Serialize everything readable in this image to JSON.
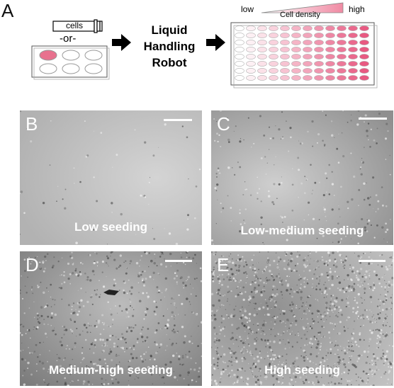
{
  "panel_a": {
    "letter": "A",
    "tube_label": "cells",
    "or_label": "-or-",
    "robot_lines": [
      "Liquid",
      "Handling",
      "Robot"
    ],
    "density_low": "low",
    "density_high": "high",
    "density_title": "Cell density",
    "colors": {
      "pink": "#e8718e",
      "arrow": "#000000"
    }
  },
  "micrographs": [
    {
      "letter": "B",
      "caption": "Low seeding"
    },
    {
      "letter": "C",
      "caption": "Low-medium seeding"
    },
    {
      "letter": "D",
      "caption": "Medium-high seeding"
    },
    {
      "letter": "E",
      "caption": "High seeding"
    }
  ]
}
